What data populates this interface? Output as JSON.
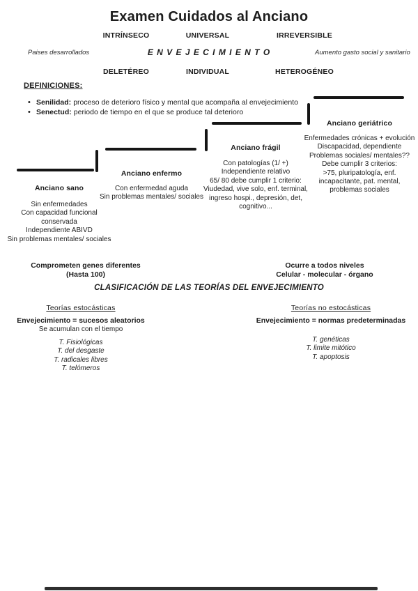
{
  "page": {
    "title": "Examen Cuidados al Anciano"
  },
  "axes": {
    "top": [
      "INTRÍNSECO",
      "UNIVERSAL",
      "IRREVERSIBLE"
    ],
    "center_word": "E N V E J E C I M I E N T O",
    "left_note": "Paises desarrollados",
    "right_note": "Aumento gasto social y sanitario",
    "bottom": [
      "DELETÉREO",
      "INDIVIDUAL",
      "HETEROGÉNEO"
    ]
  },
  "definitions": {
    "heading": "DEFINICIONES:",
    "items": [
      {
        "term": "Senilidad:",
        "text": "proceso de deterioro físico y mental que acompaña al envejecimiento"
      },
      {
        "term": "Senectud:",
        "text": "periodo de tiempo en el que se produce tal deterioro"
      }
    ]
  },
  "staircase": {
    "steps": [
      {
        "title": "Anciano sano",
        "lines": [
          "Sin enfermedades",
          "Con capacidad funcional",
          "conservada",
          "Independiente ABIVD",
          "Sin problemas mentales/ sociales"
        ]
      },
      {
        "title": "Anciano enfermo",
        "lines": [
          "Con enfermedad aguda",
          "Sin problemas mentales/ sociales"
        ]
      },
      {
        "title": "Anciano frágil",
        "lines": [
          "Con patologías (1/ +)",
          "Independiente relativo",
          "65/ 80 debe cumplir 1 criterio:",
          "Viudedad, vive solo, enf. terminal,",
          "ingreso hospi., depresión, det,",
          "cognitivo..."
        ]
      },
      {
        "title": "Anciano geriátrico",
        "lines": [
          "Enfermedades crónicas + evolución",
          "Discapacidad, dependiente",
          "Problemas sociales/ mentales??",
          "Debe cumplir 3 criterios:",
          ">75, pluripatología, enf.",
          "incapacitante, pat. mental,",
          "problemas sociales"
        ]
      }
    ]
  },
  "notes": {
    "left": [
      "Comprometen genes diferentes",
      "(Hasta 100)"
    ],
    "right": [
      "Ocurre a todos niveles",
      "Celular - molecular - órgano"
    ]
  },
  "classification": {
    "heading": "CLASIFICACIÓN DE LAS TEORÍAS DEL ENVEJECIMIENTO",
    "columns": [
      {
        "header": "Teorías estocásticas",
        "statement": "Envejecimiento = sucesos aleatorios",
        "sub": "Se acumulan con el tiempo",
        "items": [
          "T. Fisiológicas",
          "T. del desgaste",
          "T. radicales libres",
          "T. telómeros"
        ]
      },
      {
        "header": "Teorías no estocásticas",
        "statement": "Envejecimiento = normas predeterminadas",
        "items": [
          "T. genéticas",
          "T. limite mitótico",
          "T. apoptosis"
        ]
      }
    ]
  },
  "colors": {
    "text": "#1d1d1d",
    "bar": "#151515"
  }
}
